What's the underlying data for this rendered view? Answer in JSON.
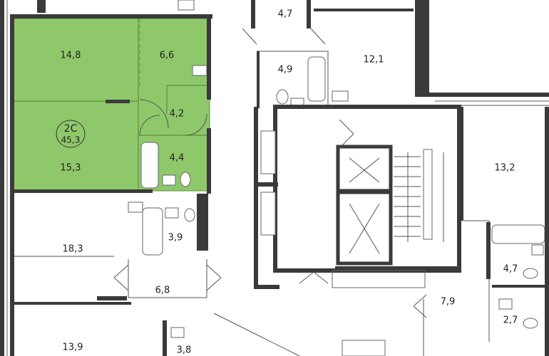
{
  "highlight_color": "#8fc86a",
  "unit": {
    "code": "2С",
    "area": "45,3"
  },
  "rooms": {
    "r1": "14,8",
    "r2": "6,6",
    "r3": "4,2",
    "r4": "4,4",
    "r5": "15,3",
    "r6": "4,7",
    "r7": "4,9",
    "r8": "12,1",
    "r9": "13,2",
    "r10": "18,3",
    "r11": "3,9",
    "r12": "6,8",
    "r13": "13,9",
    "r14": "3,8",
    "r15": "7,9",
    "r16": "4,7",
    "r17": "2,7"
  }
}
